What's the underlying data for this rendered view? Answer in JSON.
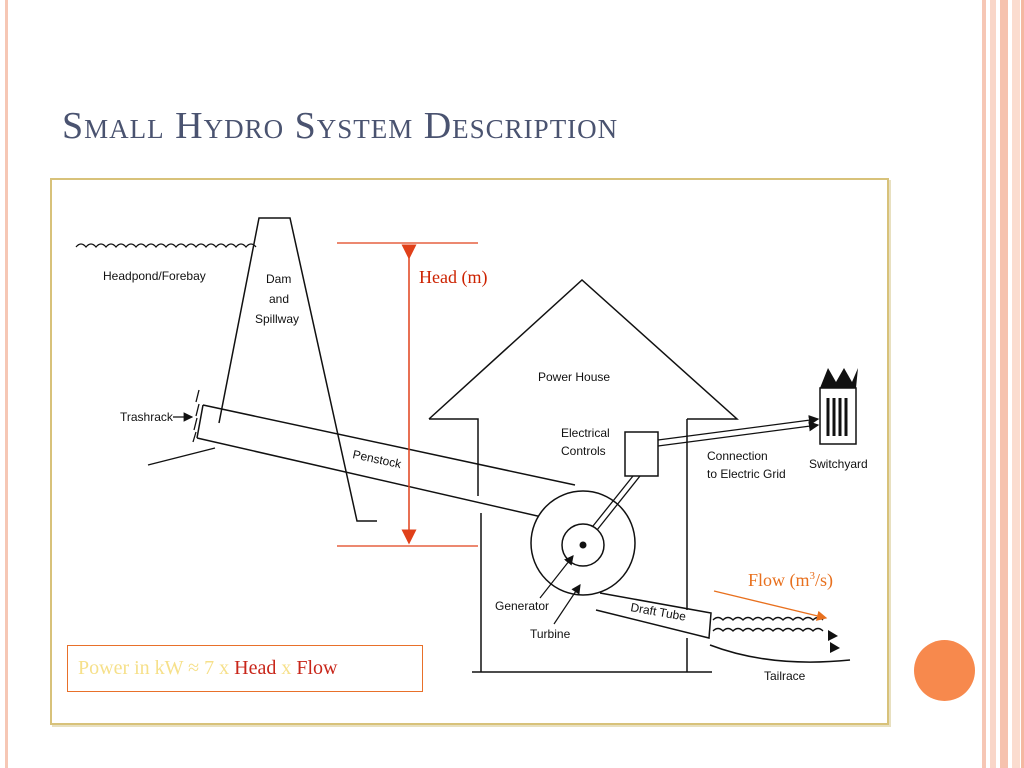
{
  "slide": {
    "title": "Small Hydro System Description"
  },
  "diagram": {
    "labels": {
      "headpond": "Headpond/Forebay",
      "dam_line1": "Dam",
      "dam_line2": "and",
      "dam_line3": "Spillway",
      "trashrack": "Trashrack",
      "penstock": "Penstock",
      "power_house": "Power House",
      "electrical_controls_line1": "Electrical",
      "electrical_controls_line2": "Controls",
      "connection_line1": "Connection",
      "connection_line2": "to Electric Grid",
      "switchyard": "Switchyard",
      "generator": "Generator",
      "turbine": "Turbine",
      "draft_tube": "Draft Tube",
      "tailrace": "Tailrace"
    },
    "head_label": "Head (m)",
    "flow_label_prefix": "Flow (m",
    "flow_label_sup": "3",
    "flow_label_suffix": "/s)",
    "formula": {
      "part1": "Power in kW ≈ 7 x ",
      "head": "Head",
      "part2": " x ",
      "flow": "Flow"
    }
  },
  "colors": {
    "title": "#4a5370",
    "head_annotation": "#cc2200",
    "flow_annotation": "#e8701e",
    "formula_border": "#e8702a",
    "accent_dot": "#f7894d",
    "frame_stripe": "#f6c7b5"
  }
}
